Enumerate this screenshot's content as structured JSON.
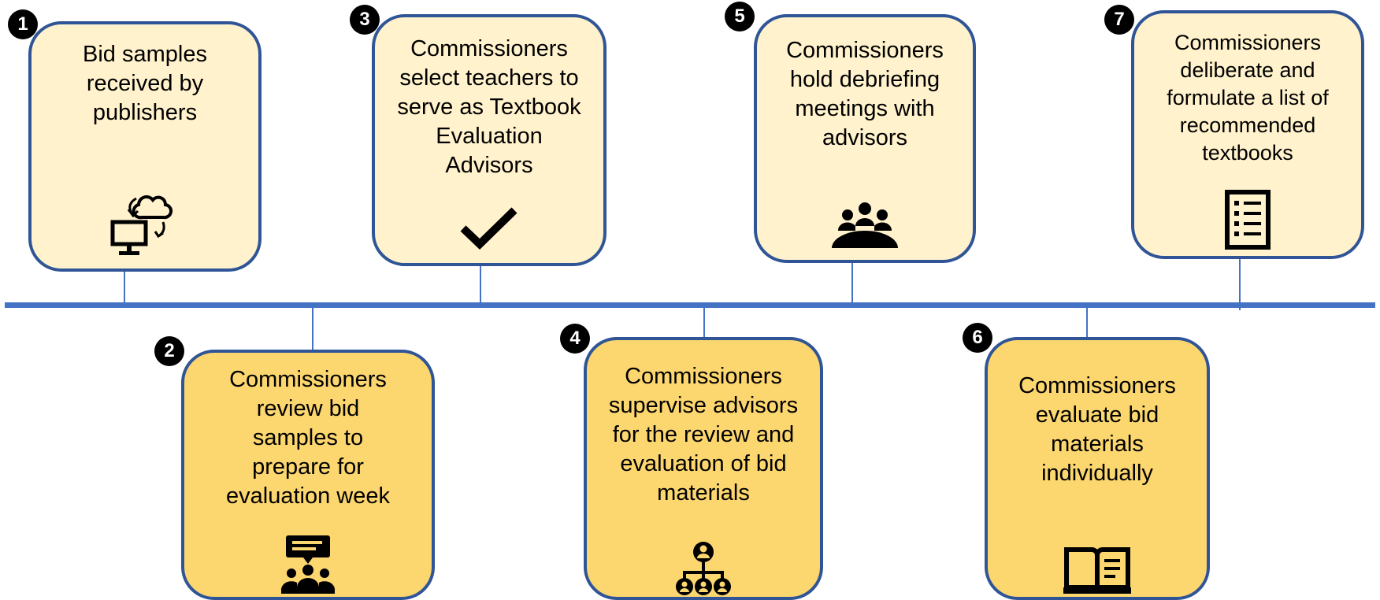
{
  "steps": [
    {
      "number": "1",
      "text": "Bid samples\nreceived by\npublishers",
      "icon": "cloud-sync-monitor-icon"
    },
    {
      "number": "2",
      "text": "Commissioners\nreview bid\nsamples to\nprepare for\nevaluation week",
      "icon": "presentation-audience-icon"
    },
    {
      "number": "3",
      "text": "Commissioners\nselect teachers to\nserve as Textbook\nEvaluation\nAdvisors",
      "icon": "checkmark-icon"
    },
    {
      "number": "4",
      "text": "Commissioners\nsupervise advisors\nfor the review and\nevaluation of  bid\nmaterials",
      "icon": "org-chart-icon"
    },
    {
      "number": "5",
      "text": "Commissioners\nhold debriefing\nmeetings with\nadvisors",
      "icon": "meeting-icon"
    },
    {
      "number": "6",
      "text": "Commissioners\nevaluate bid\nmaterials\nindividually",
      "icon": "open-book-icon"
    },
    {
      "number": "7",
      "text": "Commissioners\ndeliberate and\nformulate a list of\nrecommended\ntextbooks",
      "icon": "checklist-icon"
    }
  ],
  "colors": {
    "line": "#4472c4",
    "border": "#2f5597",
    "top_fill": "#fff2cc",
    "bottom_fill": "#fcd66e"
  }
}
